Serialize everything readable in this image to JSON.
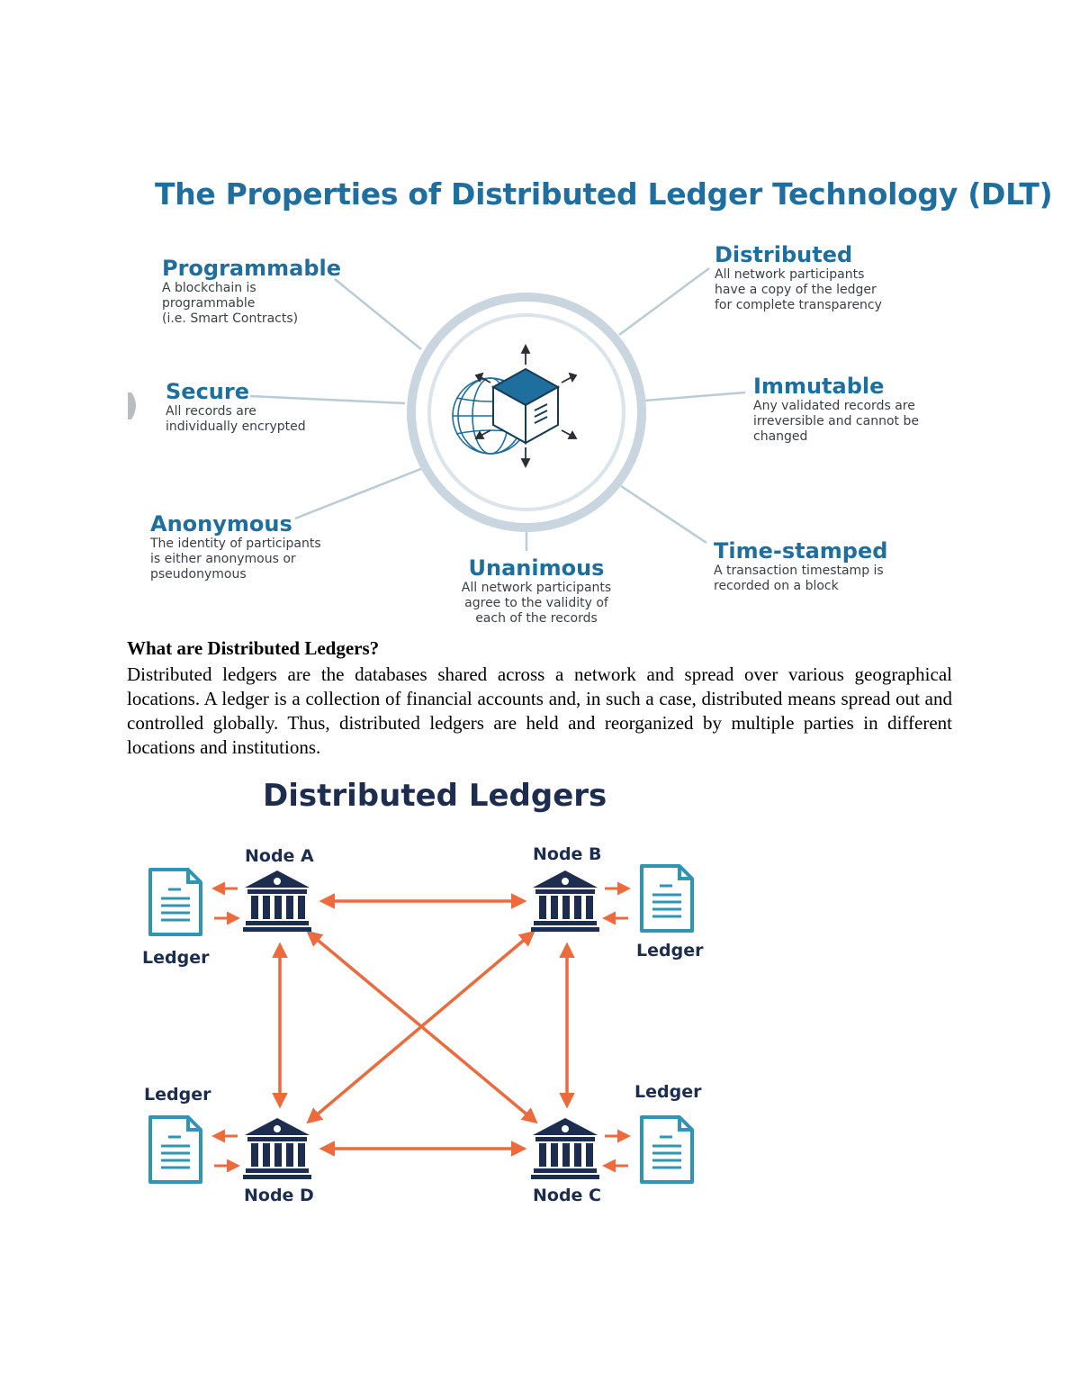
{
  "dlt_figure": {
    "title": "The Properties of Distributed Ledger Technology (DLT)",
    "properties": {
      "programmable": {
        "heading": "Programmable",
        "description": "A blockchain is\nprogrammable\n(i.e. Smart Contracts)"
      },
      "secure": {
        "heading": "Secure",
        "description": "All records are\nindividually encrypted"
      },
      "anonymous": {
        "heading": "Anonymous",
        "description": "The identity of participants\nis either anonymous or\npseudonymous"
      },
      "unanimous": {
        "heading": "Unanimous",
        "description": "All network participants\nagree to the validity of\neach of the records"
      },
      "distributed": {
        "heading": "Distributed",
        "description": "All network participants\nhave a copy of the ledger\nfor complete transparency"
      },
      "immutable": {
        "heading": "Immutable",
        "description": "Any validated records are\nirreversible and cannot be\nchanged"
      },
      "time_stamped": {
        "heading": "Time-stamped",
        "description": "A transaction timestamp is\nrecorded on a block"
      }
    },
    "colors": {
      "heading": "#1f6f9e",
      "ring": "#c9d6df",
      "cube_top": "#1f6f9e"
    }
  },
  "section": {
    "heading": "What are Distributed Ledgers?",
    "paragraph": "Distributed ledgers are the databases shared across a network and spread over various geographical locations. A ledger is a collection of financial accounts and, in such a case, distributed means spread out and controlled globally. Thus, distributed ledgers are held and reorganized by multiple parties in different locations and institutions."
  },
  "ledger_figure": {
    "title": "Distributed Ledgers",
    "nodes": {
      "a": "Node A",
      "b": "Node B",
      "c": "Node C",
      "d": "Node D"
    },
    "ledger_label": "Ledger",
    "colors": {
      "node": "#1c2d4f",
      "arrow": "#ec6a3c",
      "document": "#2f95b5"
    }
  }
}
